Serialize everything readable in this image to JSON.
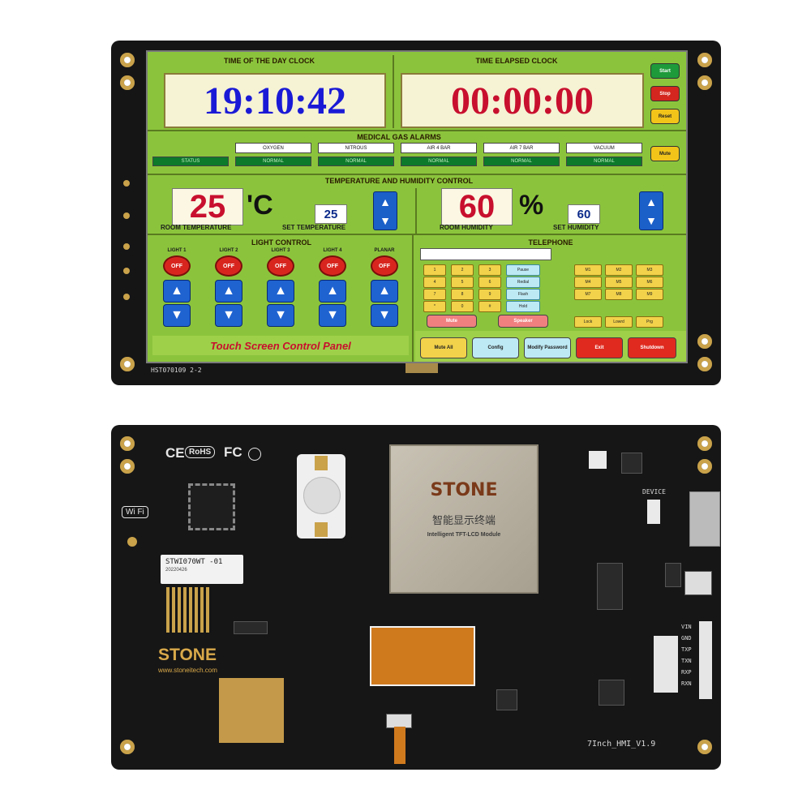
{
  "top_board": {
    "silk_model": "HST070109 2-2",
    "screen": {
      "time_of_day": {
        "title": "TIME OF THE DAY CLOCK",
        "value": "19:10:42"
      },
      "time_elapsed": {
        "title": "TIME ELAPSED CLOCK",
        "value": "00:00:00"
      },
      "clock_buttons": [
        "Start",
        "Stop",
        "Reset"
      ],
      "gas_alarms": {
        "title": "MEDICAL GAS ALARMS",
        "columns": [
          {
            "label": "",
            "value": "STATUS"
          },
          {
            "label": "OXYGEN",
            "value": "NORMAL"
          },
          {
            "label": "NITROUS",
            "value": "NORMAL"
          },
          {
            "label": "AIR 4 BAR",
            "value": "NORMAL"
          },
          {
            "label": "AIR 7 BAR",
            "value": "NORMAL"
          },
          {
            "label": "VACUUM",
            "value": "NORMAL"
          }
        ],
        "mute_label": "Mute"
      },
      "temp_humidity": {
        "title": "TEMPERATURE AND HUMIDITY CONTROL",
        "room_temperature": "25",
        "temp_unit": "'C",
        "set_temperature": "25",
        "room_temperature_label": "ROOM TEMPERATURE",
        "set_temperature_label": "SET TEMPERATURE",
        "room_humidity": "60",
        "humidity_unit": "%",
        "set_humidity": "60",
        "room_humidity_label": "ROOM HUMIDITY",
        "set_humidity_label": "SET HUMIDITY"
      },
      "light_control": {
        "title": "LIGHT CONTROL",
        "lights": [
          {
            "label": "LIGHT 1",
            "state": "OFF"
          },
          {
            "label": "LIGHT 2",
            "state": "OFF"
          },
          {
            "label": "LIGHT 3",
            "state": "OFF"
          },
          {
            "label": "LIGHT 4",
            "state": "OFF"
          },
          {
            "label": "PLANAR",
            "state": "OFF"
          }
        ],
        "footer": "Touch Screen Control Panel"
      },
      "telephone": {
        "title": "TELEPHONE",
        "keypad": [
          "1",
          "2",
          "3",
          "4",
          "5",
          "6",
          "7",
          "8",
          "9",
          "*",
          "0",
          "#"
        ],
        "functions": [
          "Pause",
          "Redial",
          "Flash",
          "Hold"
        ],
        "memory": [
          "M1",
          "M2",
          "M3",
          "M4",
          "M5",
          "M6",
          "M7",
          "M8",
          "M9"
        ],
        "lock_keys": [
          "Lock",
          "Lowrd",
          "Prg"
        ],
        "mute_label": "Mute",
        "speaker_label": "Speaker"
      },
      "bottom_buttons": [
        "Mute All",
        "Config",
        "Modify Password",
        "Exit",
        "Shutdown"
      ]
    }
  },
  "bottom_board": {
    "certifications": [
      "CE",
      "RoHS",
      "FC"
    ],
    "wifi_label": "Wi Fi",
    "sticker_model": "STWI070WT -01",
    "sticker_date": "20220426",
    "brand": "STONE",
    "website": "www.stoneitech.com",
    "module_brand": "STONE",
    "module_cn": "智能显示终端",
    "module_sub": "Intelligent TFT-LCD Module",
    "silk_device": "DEVICE",
    "connector_pins": [
      "VIN",
      "GND",
      "TXP",
      "TXN",
      "RXP",
      "RXN"
    ],
    "board_version": "7Inch_HMI_V1.9"
  },
  "colors": {
    "screen_bg": "#8bc43c",
    "board": "#151515",
    "time_blue": "#1a1ad6",
    "time_red": "#c8102e"
  }
}
